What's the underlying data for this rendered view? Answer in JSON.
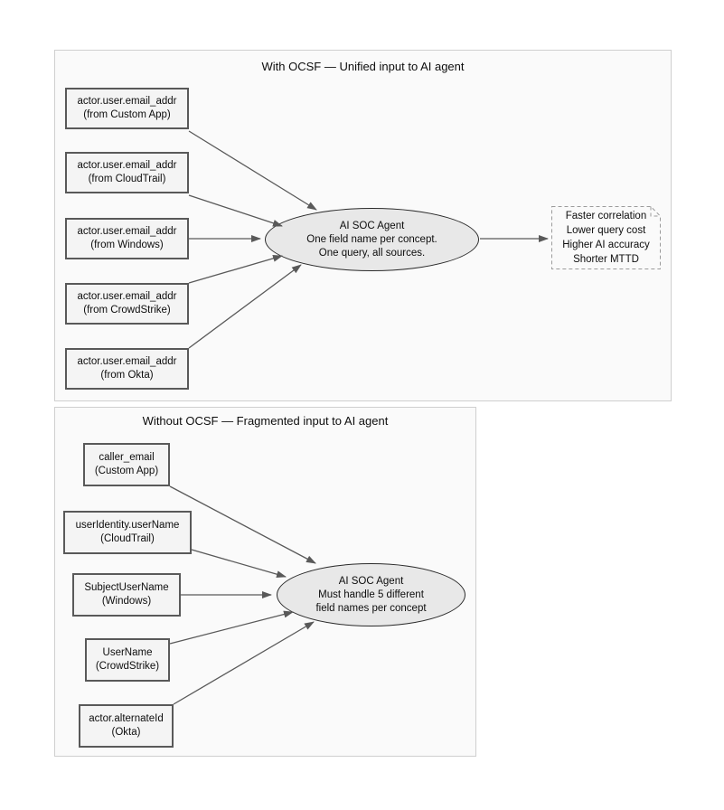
{
  "diagram": {
    "title_top": "With OCSF — Unified input to AI agent",
    "title_bottom": "Without OCSF — Fragmented input to AI agent"
  },
  "panel_with_ocsf": {
    "title": "With OCSF — Unified input to AI agent",
    "sources": [
      {
        "field": "actor.user.email_addr",
        "source": "(from Custom App)"
      },
      {
        "field": "actor.user.email_addr",
        "source": "(from CloudTrail)"
      },
      {
        "field": "actor.user.email_addr",
        "source": "(from Windows)"
      },
      {
        "field": "actor.user.email_addr",
        "source": "(from CrowdStrike)"
      },
      {
        "field": "actor.user.email_addr",
        "source": "(from Okta)"
      }
    ],
    "agent": {
      "line1": "AI SOC Agent",
      "line2": "One field name per concept.",
      "line3": "One query, all sources."
    },
    "outcomes": {
      "line1": "Faster correlation",
      "line2": "Lower query cost",
      "line3": "Higher AI accuracy",
      "line4": "Shorter MTTD"
    }
  },
  "panel_without_ocsf": {
    "title": "Without OCSF — Fragmented input to AI agent",
    "sources": [
      {
        "field": "caller_email",
        "source": "(Custom App)"
      },
      {
        "field": "userIdentity.userName",
        "source": "(CloudTrail)"
      },
      {
        "field": "SubjectUserName",
        "source": "(Windows)"
      },
      {
        "field": "UserName",
        "source": "(CrowdStrike)"
      },
      {
        "field": "actor.alternateId",
        "source": "(Okta)"
      }
    ],
    "agent": {
      "line1": "AI SOC Agent",
      "line2": "Must handle 5 different",
      "line3": "field names per concept"
    }
  },
  "colors": {
    "panel_fill": "#fafafa",
    "panel_border": "#cfcfcf",
    "node_fill": "#f4f4f4",
    "node_border": "#595959",
    "ellipse_fill": "#e8e8e8",
    "ellipse_border": "#2b2b2b",
    "arrow": "#595959",
    "note_border": "#999999",
    "text": "#0d0d0d"
  }
}
